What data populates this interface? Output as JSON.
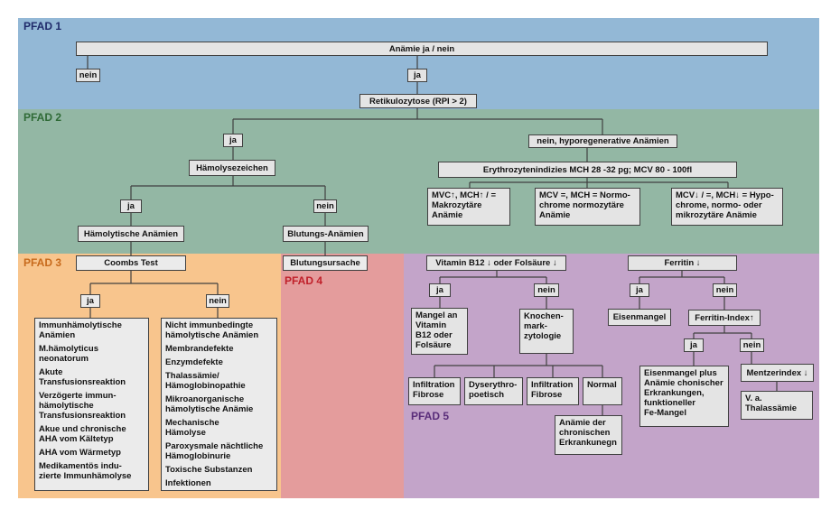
{
  "colors": {
    "pfad1_bg": "#93b8d6",
    "pfad2_bg": "#93b7a4",
    "pfad3_bg": "#f8c58d",
    "pfad4_bg": "#e49c9c",
    "pfad5_bg": "#c3a4c9",
    "pfad1_label": "#1f2a6a",
    "pfad2_label": "#2f6a36",
    "pfad3_label": "#c76a1c",
    "pfad4_label": "#c0202a",
    "pfad5_label": "#5a2d7a"
  },
  "labels": {
    "pfad1": "PFAD 1",
    "pfad2": "PFAD 2",
    "pfad3": "PFAD 3",
    "pfad4": "PFAD 4",
    "pfad5": "PFAD 5"
  },
  "nodes": {
    "anaemie": "Anämie ja / nein",
    "p1_nein": "nein",
    "p1_ja": "ja",
    "retikulozytose": "Retikulozytose (RPI > 2)",
    "p2_ja": "ja",
    "hyporegenerativ": "nein, hyporegenerative Anämien",
    "haemolysezeichen": "Hämolysezeichen",
    "erythrozytenindizies": "Erythrozytenindizies MCH 28 -32 pg; MCV 80 - 100fl",
    "p2_ja2": "ja",
    "p2_nein2": "nein",
    "makro": "MVC↑, MCH↑ / =\nMakrozytäre\nAnämie",
    "normo": "MCV =, MCH = Normo-\nchrome normozytäre\nAnämie",
    "mikro": "MCV↓ / =, MCH↓ = Hypo-\nchrome, normo- oder\nmikrozytäre Anämie",
    "haemolytische": "Hämolytische Anämien",
    "blutungs_anaemien": "Blutungs-Anämien",
    "coombs": "Coombs Test",
    "p3_ja": "ja",
    "p3_nein": "nein",
    "blutungsursache": "Blutungsursache",
    "vitb12": "Vitamin B12 ↓ oder Folsäure ↓",
    "p5_ja1": "ja",
    "p5_nein1": "nein",
    "mangel": "Mangel an\nVitamin\nB12 oder\nFolsäure",
    "knochenmark": "Knochen-\nmark-\nzytologie",
    "infiltration1": "Infiltration\nFibrose",
    "dyserythro": "Dyserythro-\npoetisch",
    "infiltration2": "Infiltration\nFibrose",
    "normal": "Normal",
    "chronisch1": "Anämie der\nchronischen\nErkrankunegn",
    "ferritin": "Ferritin ↓",
    "p5_ja2": "ja",
    "p5_nein2": "nein",
    "eisenmangel": "Eisenmangel",
    "ferritin_index": "Ferritin-Index↑",
    "p5_ja3": "ja",
    "p5_nein3": "nein",
    "eisenmangel_plus": "Eisenmangel plus\nAnämie chonischer\nErkrankungen,\nfunktioneller\nFe-Mangel",
    "mentzer": "Mentzerindex ↓",
    "thalassaemie": "V. a.\nThalassämie"
  },
  "lists": {
    "immun": [
      "Immunhämolytische\nAnämien",
      "M.hämolyticus\nneonatorum",
      "Akute\nTransfusionsreaktion",
      "Verzögerte immun-\nhämolytische\nTransfusionsreaktion",
      "Akue und chronische\nAHA vom Kältetyp",
      "AHA vom Wärmetyp",
      "Medikamentös indu-\nzierte Immunhämolyse"
    ],
    "nicht_immun": [
      "Nicht immunbedingte\nhämolytische Anämien",
      "Membrandefekte",
      "Enzymdefekte",
      "Thalassämie/\nHämoglobinopathie",
      "Mikroanorganische\nhämolytische Anämie",
      "Mechanische\nHämolyse",
      "Paroxysmale nächtliche\nHämoglobinurie",
      "Toxische Substanzen",
      "Infektionen"
    ]
  }
}
